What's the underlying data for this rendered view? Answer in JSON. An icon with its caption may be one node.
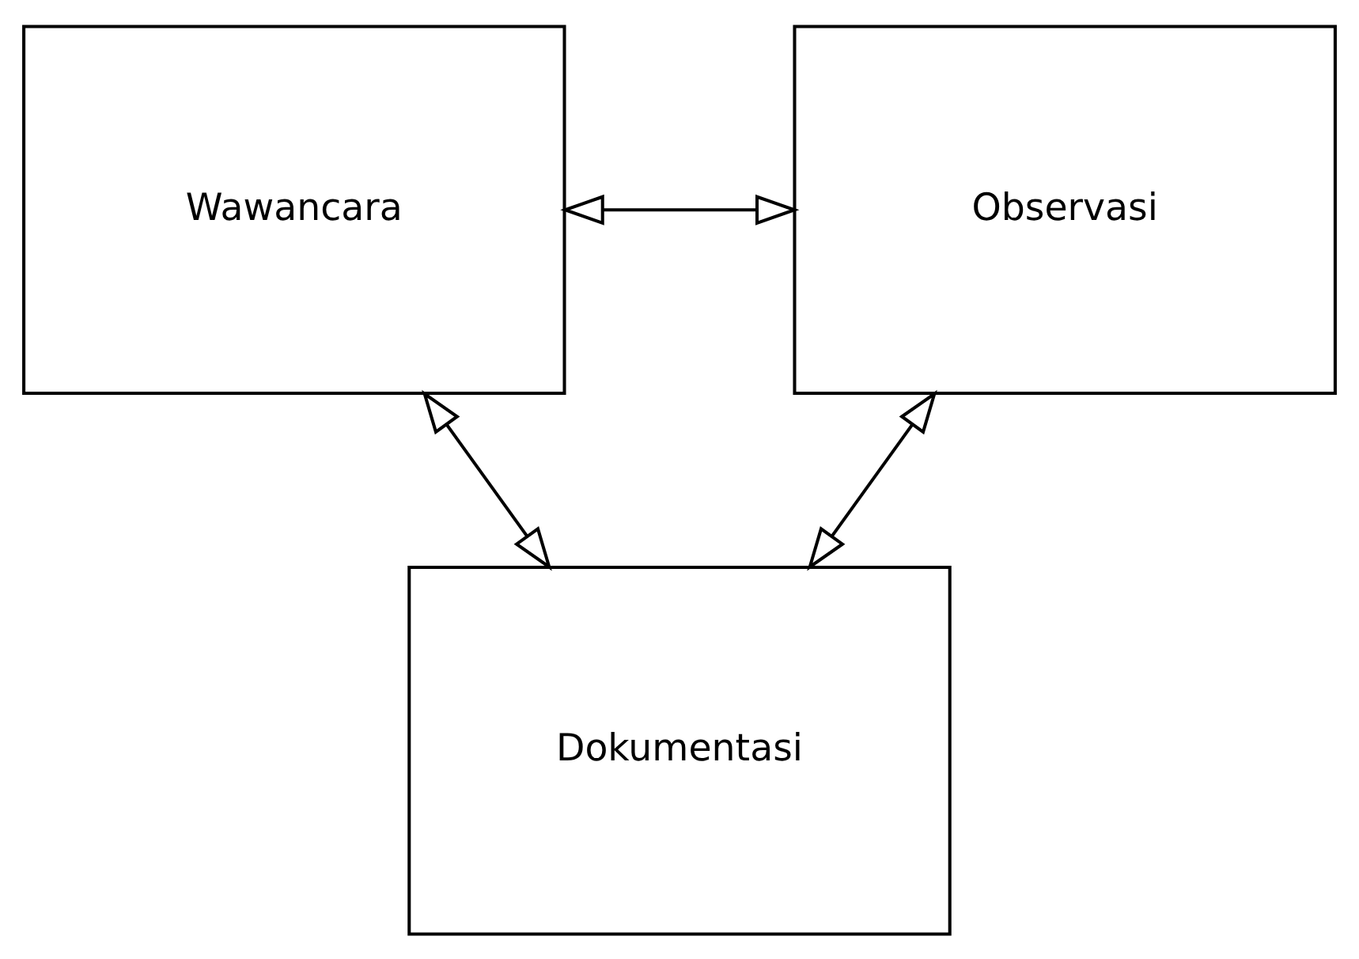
{
  "diagram": {
    "nodes": [
      {
        "text": [
          "Wawancara"
        ]
      },
      {
        "text": [
          "Observasi"
        ]
      },
      {
        "text": [
          "Dokumentasi"
        ]
      }
    ],
    "edges": [
      {
        "from": 0,
        "to": 1,
        "arrow": "both"
      },
      {
        "from": 0,
        "to": 2,
        "arrow": "both"
      },
      {
        "from": 1,
        "to": 2,
        "arrow": "both"
      }
    ]
  }
}
